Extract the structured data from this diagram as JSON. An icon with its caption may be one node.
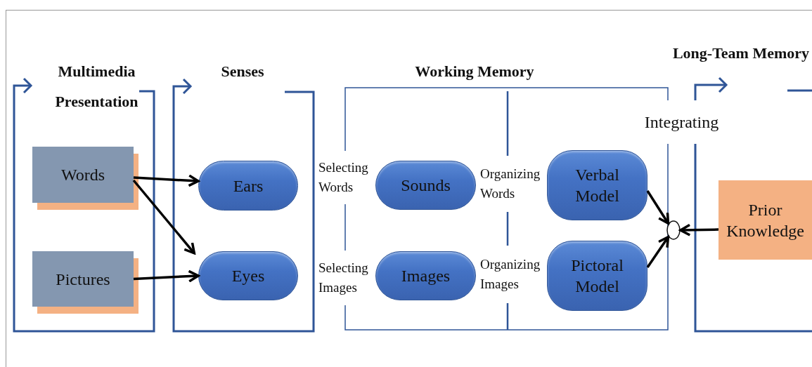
{
  "diagram": {
    "nodes": [
      {
        "text": [
          "Multimedia Presentation"
        ]
      },
      {
        "text": [
          "Words"
        ],
        "in": 0
      },
      {
        "text": [
          "Pictures"
        ],
        "in": 0
      },
      {
        "text": [
          "Senses"
        ]
      },
      {
        "text": [
          "Ears"
        ],
        "in": 3
      },
      {
        "text": [
          "Eyes"
        ],
        "in": 3
      },
      {
        "text": [
          "Working Memory"
        ]
      },
      {
        "text": [
          "Sounds"
        ],
        "in": 6
      },
      {
        "text": [
          "Images"
        ],
        "in": 6
      },
      {
        "text": [
          "Verbal Model"
        ],
        "in": 6
      },
      {
        "text": [
          "Pictoral Model"
        ],
        "in": 6
      },
      {
        "text": [],
        "shape": "circle"
      },
      {
        "text": [
          "Long-Team Memory"
        ]
      },
      {
        "text": [
          "Prior Knowledge"
        ],
        "in": 12
      }
    ],
    "edges": [
      {
        "from": 1,
        "to": 4,
        "arrow": "to"
      },
      {
        "from": 1,
        "to": 5,
        "arrow": "to"
      },
      {
        "from": 2,
        "to": 5,
        "arrow": "to"
      },
      {
        "from": 9,
        "to": 11,
        "arrow": "to"
      },
      {
        "from": 10,
        "to": 11,
        "arrow": "to"
      },
      {
        "from": 13,
        "to": 11,
        "arrow": "to"
      }
    ],
    "labels": [
      "Integrating",
      "Selecting Words",
      "Organizing Words",
      "Selecting Images",
      "Organizing Images"
    ]
  }
}
